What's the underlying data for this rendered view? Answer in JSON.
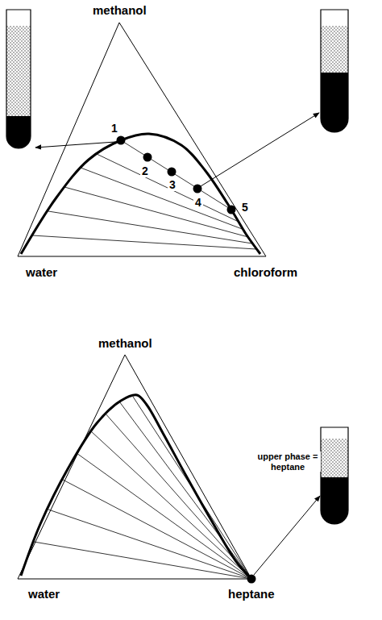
{
  "diagram": {
    "labels": [
      "methanol",
      "water",
      "chloroform",
      "1",
      "2",
      "3",
      "4",
      "5",
      "methanol",
      "water",
      "heptane",
      "upper phase = heptane"
    ]
  }
}
